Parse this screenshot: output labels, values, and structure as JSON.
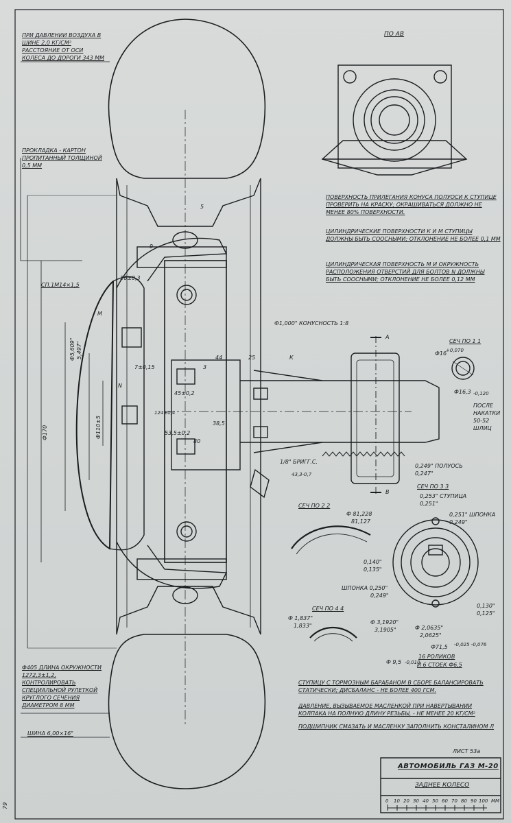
{
  "notes": {
    "tire_pressure": "ПРИ ДАВЛЕНИИ ВОЗДУХА В ШИНЕ 2,0 КГ/СМ² РАССТОЯНИЕ ОТ ОСИ КОЛЕСА ДО ДОРОГИ 343 ММ",
    "gasket": "ПРОКЛАДКА - КАРТОН ПРОПИТАННЫЙ ТОЛЩИНОЙ 0,5 ММ",
    "circumference": "Ф405 ДЛИНА ОКРУЖНОСТИ 1272,3±1,2, КОНТРОЛИРОВАТЬ СПЕЦИАЛЬНОЙ РУЛЕТКОЙ КРУГЛОГО СЕЧЕНИЯ ДИАМЕТРОМ 8 ММ",
    "tire": "ШИНА 6,00×16\"",
    "cone_fit": "ПОВЕРХНОСТЬ ПРИЛЕГАНИЯ КОНУСА ПОЛУОСИ К СТУПИЦЕ ПРОВЕРИТЬ НА КРАСКУ; ОКРАШИВАТЬСЯ ДОЛЖНО НЕ МЕНЕЕ 80% ПОВЕРХНОСТИ.",
    "coaxial_km": "ЦИЛИНДРИЧЕСКИЕ ПОВЕРХНОСТИ К И М СТУПИЦЫ ДОЛЖНЫ БЫТЬ СООСНЫМИ; ОТКЛОНЕНИЕ НЕ БОЛЕЕ 0,1 ММ",
    "coaxial_mn": "ЦИЛИНДРИЧЕСКАЯ ПОВЕРХНОСТЬ М И ОКРУЖНОСТЬ РАСПОЛОЖЕНИЯ ОТВЕРСТИЙ ДЛЯ БОЛТОВ N ДОЛЖНЫ БЫТЬ СООСНЫМИ; ОТКЛОНЕНИЕ НЕ БОЛЕЕ 0,12 ММ",
    "balance": "СТУПИЦУ С ТОРМОЗНЫМ БАРАБАНОМ В СБОРЕ БАЛАНСИРОВАТЬ СТАТИЧЕСКИ; ДИСБАЛАНС - НЕ БОЛЕЕ 400 ГСМ.",
    "pressure": "ДАВЛЕНИЕ, ВЫЗЫВАЕМОЕ МАСЛЕНКОЙ ПРИ НАВЕРТЫВАНИИ КОЛПАКА НА ПОЛНУЮ ДЛИНУ РЕЗЬБЫ, - НЕ МЕНЕЕ 20 КГ/СМ²",
    "grease": "ПОДШИПНИК СМАЗАТЬ И МАСЛЕНКУ ЗАПОЛНИТЬ КОНСТАЛИНОМ Л"
  },
  "views": {
    "ab": "ПО АВ",
    "s11": "СЕЧ ПО 1 1",
    "s22": "СЕЧ ПО 2 2",
    "s33": "СЕЧ ПО 3 3",
    "s44": "СЕЧ ПО 4 4"
  },
  "dims": {
    "d5": "5",
    "d9": "9",
    "d16": "16±0,3",
    "sp": "СП.1М14×1,5",
    "m": "М",
    "n": "N",
    "k": "К",
    "a": "А",
    "b": "В",
    "cone": "Ф1,000\" КОНУСНОСТЬ 1:8",
    "d44": "44",
    "d25": "25",
    "d3": "3",
    "d7": "7±0,15",
    "d55a": "Ф5,609\"",
    "d55b": "5,497\"",
    "d170": "Ф170",
    "d110": "Ф110±5",
    "d45": "45±0,2",
    "d124": "124±0,4",
    "d385": "38,5",
    "d535": "53,5±0,2",
    "d80": "80",
    "brig": "1/8\" БРИГГ.С.",
    "d433": "43,3-0,7",
    "d16s": "Ф16",
    "d16sb": "+0,070",
    "d163": "Ф16,3",
    "d163b": "-0,120",
    "after": "ПОСЛЕ НАКАТКИ 50-52 ШЛИЦ",
    "pol1": "0,249\" ПОЛУОСЬ",
    "pol2": "0,247\"",
    "stup1": "0,253\" СТУПИЦА",
    "stup2": "0,251\"",
    "shp1": "0,251\" ШПОНКА",
    "shp2": "0,249\"",
    "d81a": "Ф 81,228",
    "d81b": "81,127",
    "d140a": "0,140\"",
    "d140b": "0,135\"",
    "shp3": "ШПОНКА 0,250\"",
    "shp4": "0,249\"",
    "d130a": "0,130\"",
    "d130b": "0,125\"",
    "d1837a": "Ф 1,837\"",
    "d1837b": "1,833\"",
    "d3192a": "Ф 3,1920\"",
    "d3192b": "3,1905\"",
    "d2063a": "Ф 2,0635\"",
    "d2063b": "2,0625\"",
    "d715": "Ф71,5",
    "d715b": "-0,025 -0,076",
    "d95": "Ф 9,5",
    "d95b": "-0,010",
    "rollers1": "16 РОЛИКОВ",
    "rollers2": "И 6 СТОЕК Ф6,5"
  },
  "title_block": {
    "sheet": "ЛИСТ 53а",
    "name": "АВТОМОБИЛЬ ГАЗ М-20",
    "part": "ЗАДНЕЕ КОЛЕСО",
    "scale_labels": [
      "0",
      "10",
      "20",
      "30",
      "40",
      "50",
      "60",
      "70",
      "80",
      "90",
      "100",
      "ММ"
    ]
  },
  "margin": {
    "page": "79"
  },
  "colors": {
    "paper": "#d4d8d7",
    "ink": "#1b1d1f"
  }
}
